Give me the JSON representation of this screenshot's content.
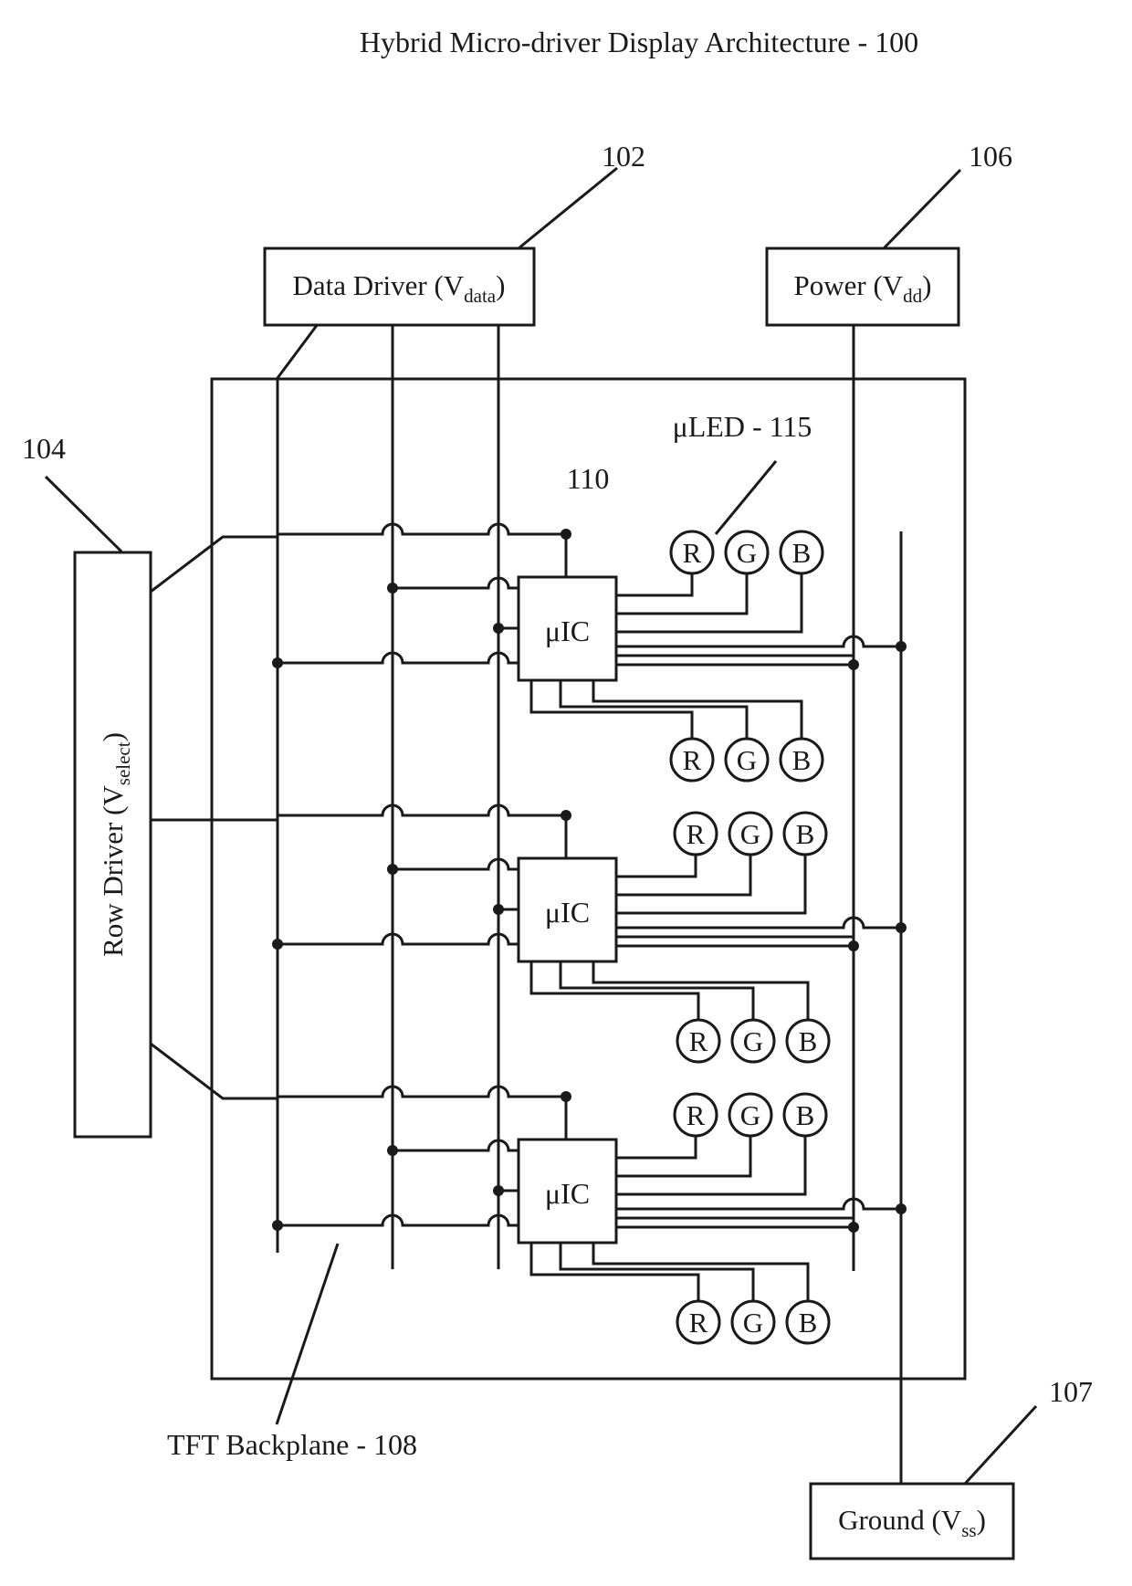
{
  "title": "Hybrid Micro-driver Display Architecture - 100",
  "refs": {
    "data_driver": "102",
    "power": "106",
    "row_driver": "104",
    "ground": "107",
    "micro_ic": "110"
  },
  "blocks": {
    "data_driver": {
      "label": "Data Driver (V",
      "sub": "data",
      "close": ")"
    },
    "power": {
      "label": "Power (V",
      "sub": "dd",
      "close": ")"
    },
    "row_driver": {
      "label": "Row Driver (V",
      "sub": "select",
      "close": ")"
    },
    "ground": {
      "label": "Ground (V",
      "sub": "ss",
      "close": ")"
    }
  },
  "annotations": {
    "uled": "μLED - 115",
    "backplane": "TFT Backplane - 108"
  },
  "ic_label": "μIC",
  "led_colors": [
    "R",
    "G",
    "B"
  ],
  "colors": {
    "line": "#1a1a1a",
    "background": "#ffffff"
  }
}
